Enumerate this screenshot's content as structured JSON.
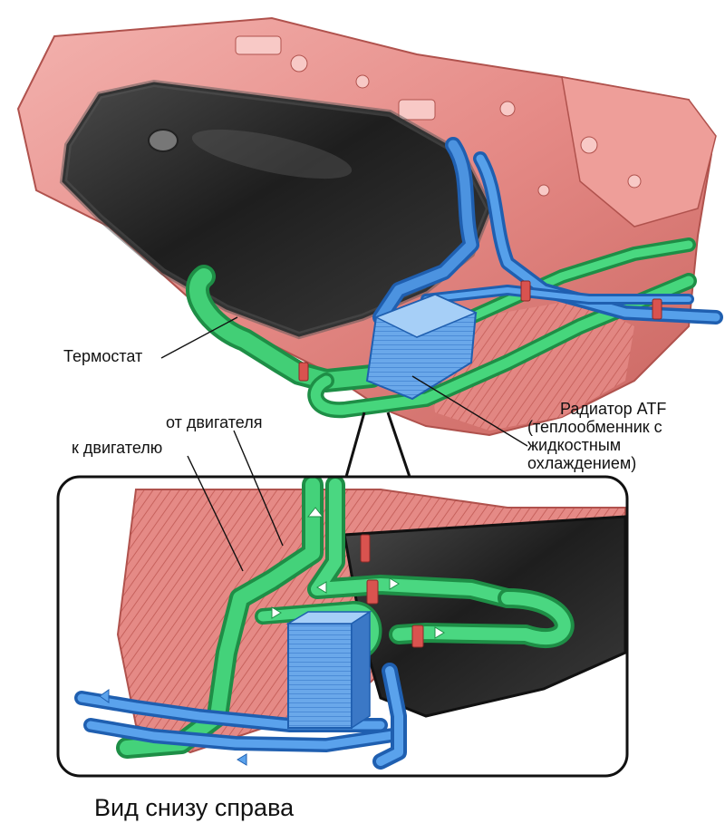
{
  "labels": {
    "thermostat": "Термостат",
    "atf_radiator": [
      "Радиатор ATF",
      "(теплообменник с",
      "жидкостным",
      "охлаждением)"
    ],
    "from_engine": "от двигателя",
    "to_engine": "к двигателю"
  },
  "caption": "Вид снизу справа",
  "colors": {
    "transmission_housing": "#e58a86",
    "oil_pan": "#2a2a2a",
    "coolant_lines": "#2fbf63",
    "atf_lines": "#3f86d6",
    "atf_cooler": "#5b9ee6",
    "inset_border": "#111111"
  }
}
